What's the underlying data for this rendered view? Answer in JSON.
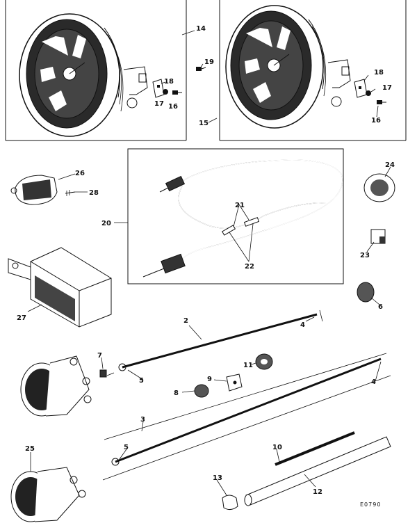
{
  "callouts": {
    "c14": "14",
    "c15": "15",
    "c19": "19",
    "c18a": "18",
    "c17a": "17",
    "c16a": "16",
    "c18b": "18",
    "c17b": "17",
    "c16b": "16",
    "c26": "26",
    "c28": "28",
    "c20": "20",
    "c21": "21",
    "c22": "22",
    "c24": "24",
    "c23": "23",
    "c6": "6",
    "c27": "27",
    "c2": "2",
    "c4a": "4",
    "c5a": "5",
    "c7": "7",
    "c8": "8",
    "c9": "9",
    "c11": "11",
    "c4b": "4",
    "c3": "3",
    "c5b": "5",
    "c10": "10",
    "c12": "12",
    "c13": "13",
    "c25": "25"
  },
  "reference_code": "E0790"
}
